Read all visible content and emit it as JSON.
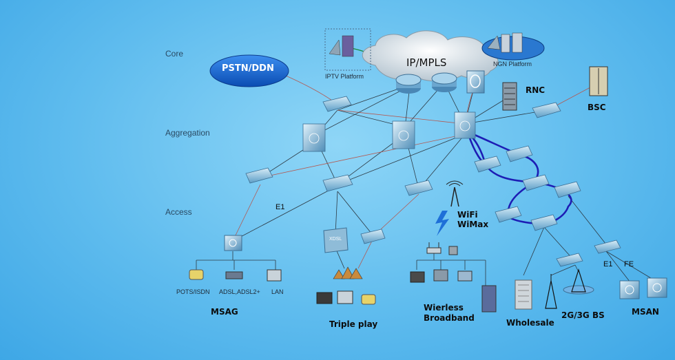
{
  "layers": {
    "core": "Core",
    "aggregation": "Aggregation",
    "access": "Access"
  },
  "core": {
    "cloud_label": "IP/MPLS",
    "pstn_label": "PSTN/DDN",
    "iptv_label": "IPTV Platform",
    "ngn_label": "NGN Platform",
    "rnc_label": "RNC",
    "bsc_label": "BSC"
  },
  "links": {
    "e1_left": "E1",
    "e1_right": "E1",
    "fe": "FE"
  },
  "wifi_label": [
    "WiFi",
    "WiMax"
  ],
  "devices": {
    "xdsl_label": "XDSL",
    "pots": "POTS/ISDN",
    "adsl": "ADSL,ADSL2+",
    "lan": "LAN"
  },
  "groups": {
    "msag": "MSAG",
    "triple_play": "Triple play",
    "wireless": [
      "Wierless",
      "Broadband"
    ],
    "wholesale": "Wholesale",
    "bs": "2G/3G BS",
    "msan": "MSAN"
  },
  "colors": {
    "background": "#5fbcee",
    "ring": "#1d1db4",
    "pstn_fill": "#1e6fd8",
    "switch_fill": "#7fb9d9",
    "link_red": "#b5574f",
    "link_dark": "#2d3a44"
  }
}
